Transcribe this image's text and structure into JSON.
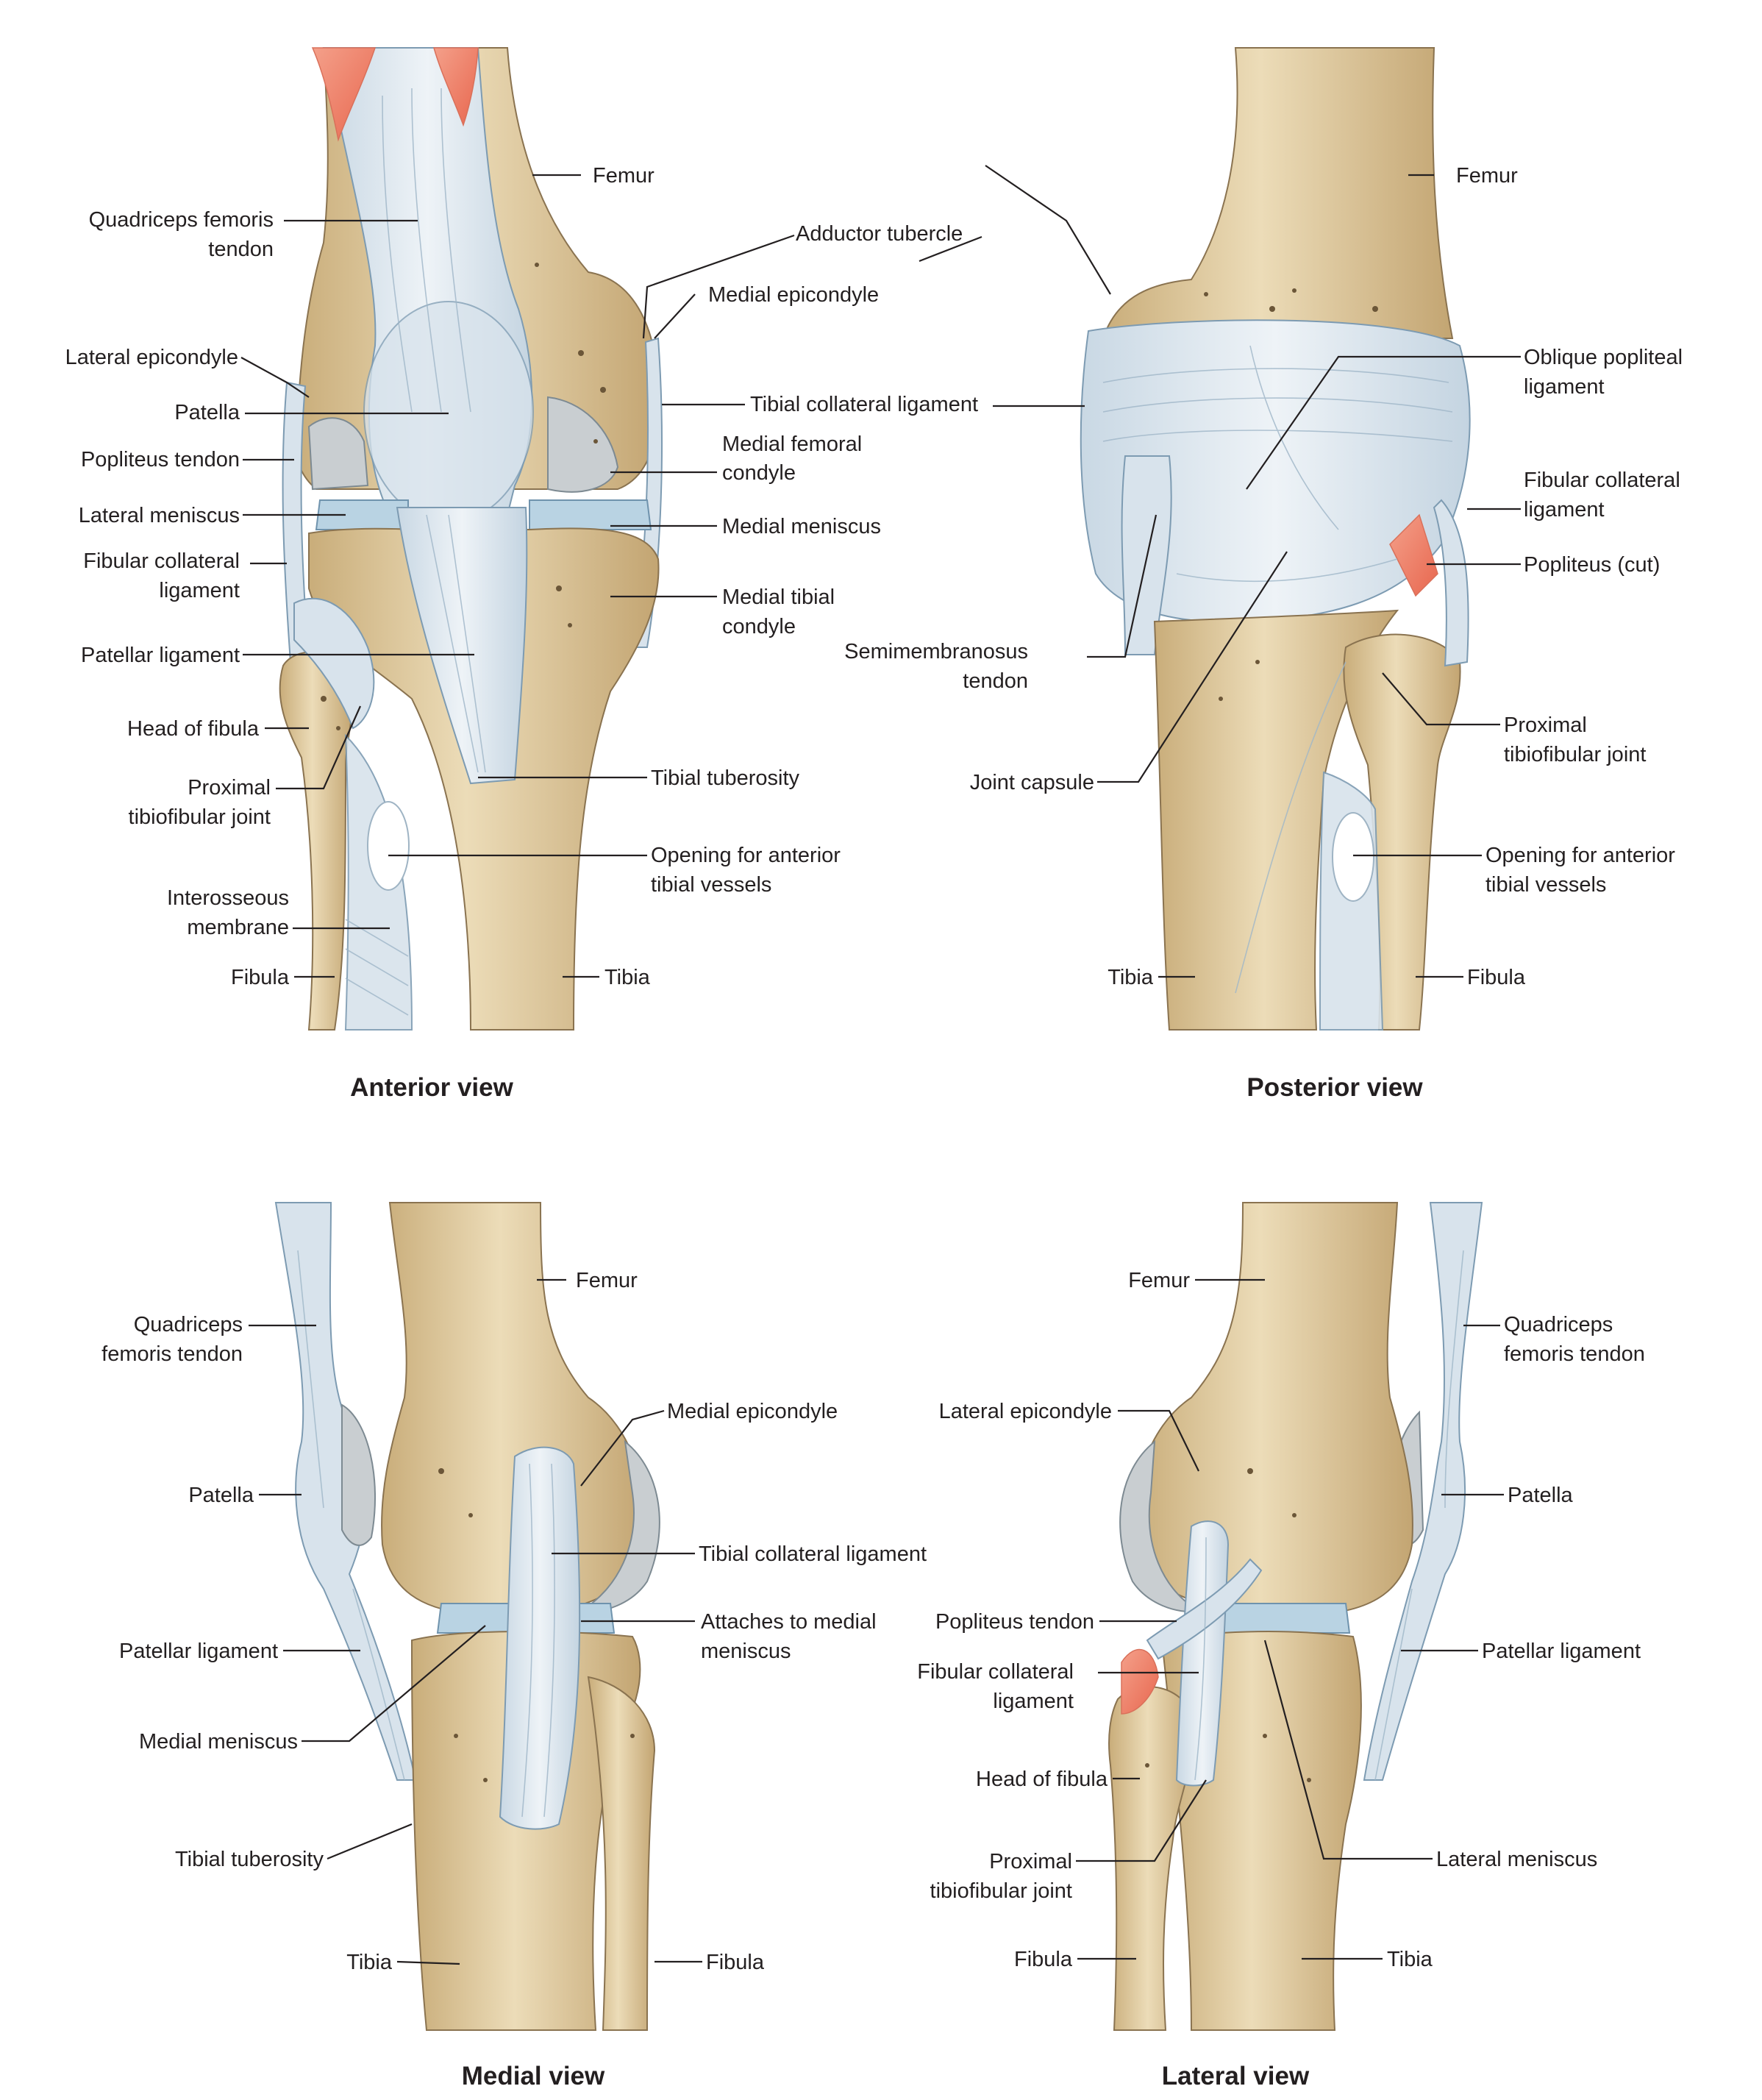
{
  "colors": {
    "bone": "#e4d3ae",
    "bone_shadow": "#c7ab78",
    "ligament": "#dfe8ef",
    "meniscus": "#b9d3e3",
    "muscle": "#ef8a73",
    "text": "#231f20"
  },
  "panels": {
    "anterior": {
      "title": "Anterior view",
      "labels": {
        "femur": "Femur",
        "quad_tendon": [
          "Quadriceps femoris",
          "tendon"
        ],
        "adductor_tubercle": "Adductor tubercle",
        "medial_epicondyle": "Medial epicondyle",
        "lateral_epicondyle": "Lateral epicondyle",
        "tibial_collateral": "Tibial collateral ligament",
        "patella": "Patella",
        "popliteus_tendon": "Popliteus tendon",
        "medial_femoral_condyle": [
          "Medial femoral",
          "condyle"
        ],
        "lateral_meniscus": "Lateral meniscus",
        "medial_meniscus": "Medial meniscus",
        "fibular_collateral": [
          "Fibular collateral",
          "ligament"
        ],
        "medial_tibial_condyle": [
          "Medial tibial",
          "condyle"
        ],
        "patellar_ligament": "Patellar ligament",
        "head_of_fibula": "Head of fibula",
        "prox_tibiofibular": [
          "Proximal",
          "tibiofibular joint"
        ],
        "tibial_tuberosity": "Tibial tuberosity",
        "opening": [
          "Opening for anterior",
          "tibial vessels"
        ],
        "interosseous": [
          "Interosseous",
          "membrane"
        ],
        "fibula": "Fibula",
        "tibia": "Tibia"
      }
    },
    "posterior": {
      "title": "Posterior view",
      "labels": {
        "femur": "Femur",
        "oblique_popliteal": [
          "Oblique popliteal",
          "ligament"
        ],
        "fibular_collateral": [
          "Fibular collateral",
          "ligament"
        ],
        "popliteus_cut": "Popliteus (cut)",
        "semimembranosus": [
          "Semimembranosus",
          "tendon"
        ],
        "prox_tibiofibular": [
          "Proximal",
          "tibiofibular joint"
        ],
        "joint_capsule": "Joint capsule",
        "opening": [
          "Opening for anterior",
          "tibial vessels"
        ],
        "tibia": "Tibia",
        "fibula": "Fibula"
      }
    },
    "medial": {
      "title": "Medial view",
      "labels": {
        "femur": "Femur",
        "quad_tendon": [
          "Quadriceps",
          "femoris tendon"
        ],
        "medial_epicondyle": "Medial epicondyle",
        "patella": "Patella",
        "tibial_collateral": "Tibial collateral ligament",
        "attaches": [
          "Attaches to medial",
          "meniscus"
        ],
        "patellar_ligament": "Patellar ligament",
        "medial_meniscus": "Medial meniscus",
        "tibial_tuberosity": "Tibial tuberosity",
        "tibia": "Tibia",
        "fibula": "Fibula"
      }
    },
    "lateral": {
      "title": "Lateral view",
      "labels": {
        "femur": "Femur",
        "quad_tendon": [
          "Quadriceps",
          "femoris tendon"
        ],
        "lateral_epicondyle": "Lateral epicondyle",
        "patella": "Patella",
        "popliteus_tendon": "Popliteus tendon",
        "fibular_collateral": [
          "Fibular collateral",
          "ligament"
        ],
        "patellar_ligament": "Patellar ligament",
        "head_of_fibula": "Head of fibula",
        "prox_tibiofibular": [
          "Proximal",
          "tibiofibular joint"
        ],
        "lateral_meniscus": "Lateral meniscus",
        "fibula": "Fibula",
        "tibia": "Tibia"
      }
    }
  }
}
